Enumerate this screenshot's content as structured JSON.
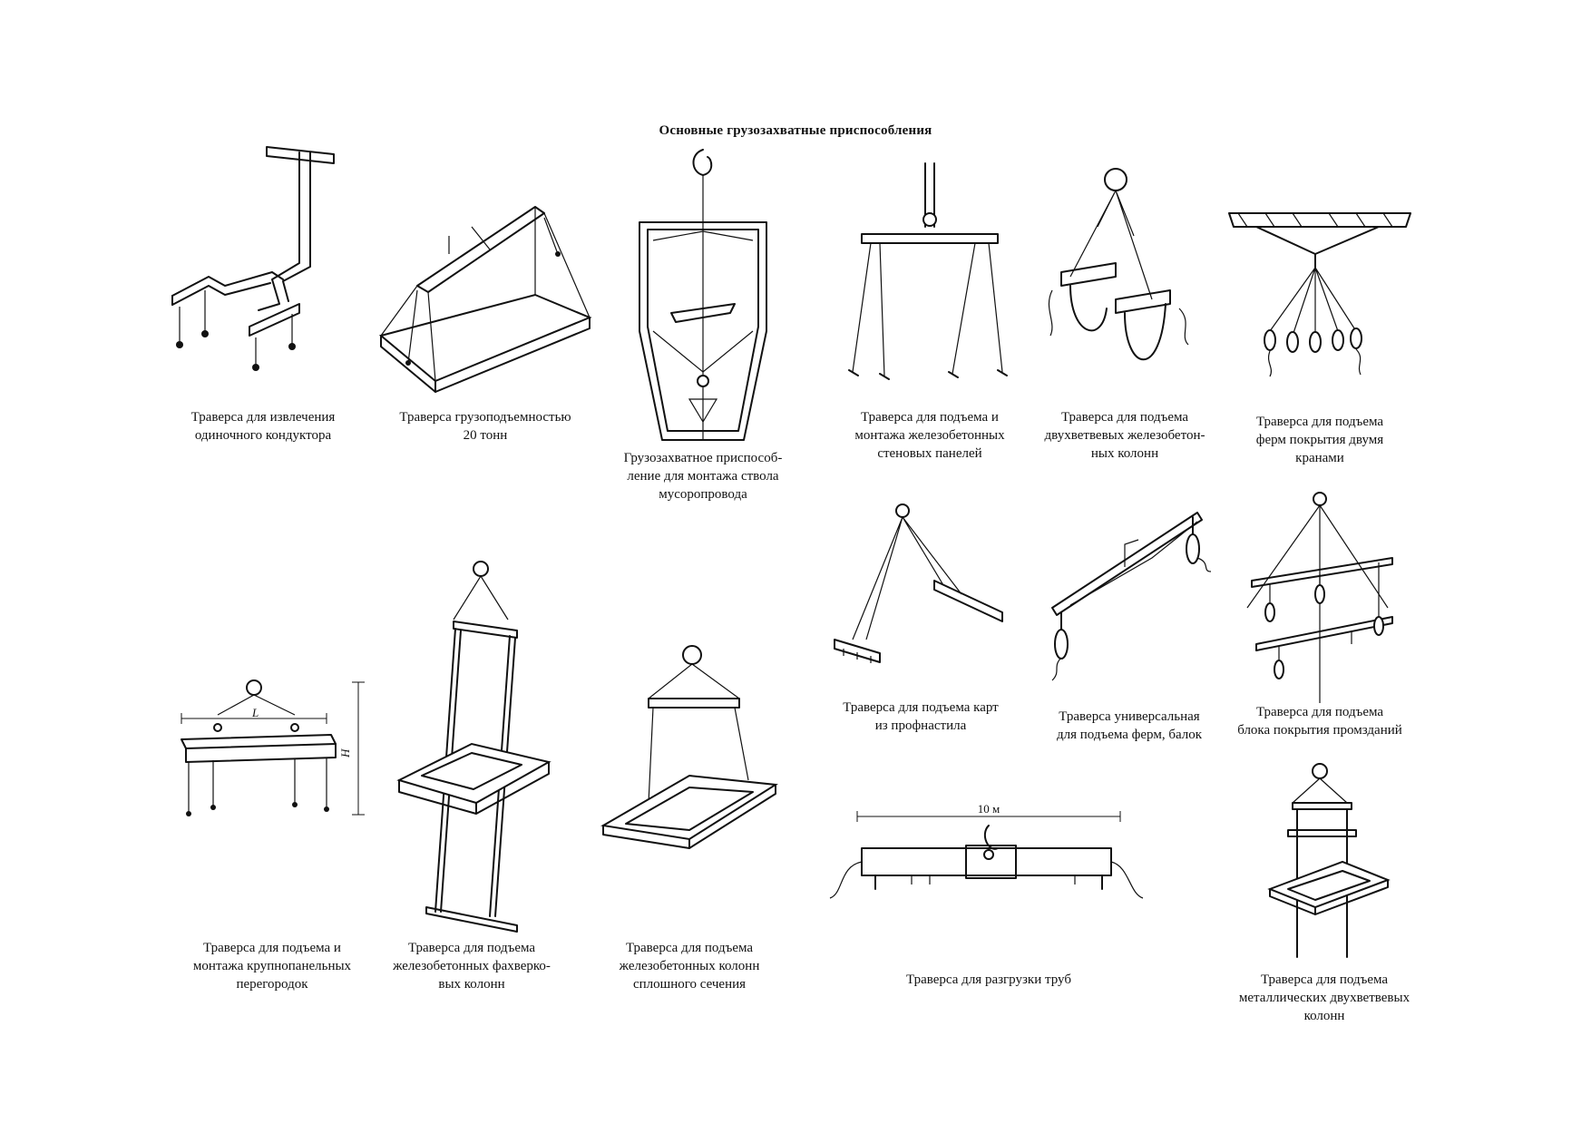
{
  "title": "Основные грузозахватные приспособления",
  "figures": [
    {
      "id": "f1",
      "caption": [
        "Траверса для извлечения",
        "одиночного кондуктора"
      ]
    },
    {
      "id": "f2",
      "caption": [
        "Траверса грузоподъемностью",
        "20 тонн"
      ]
    },
    {
      "id": "f3",
      "caption": [
        "Грузозахватное приспособ-",
        "ление для монтажа ствола",
        "мусоропровода"
      ]
    },
    {
      "id": "f4",
      "caption": [
        "Траверса для подъема и",
        "монтажа железобетонных",
        "стеновых панелей"
      ]
    },
    {
      "id": "f5",
      "caption": [
        "Траверса для подъема",
        "двухветвевых железобетон-",
        "ных колонн"
      ]
    },
    {
      "id": "f6",
      "caption": [
        "Траверса для подъема",
        "ферм покрытия двумя",
        "кранами"
      ]
    },
    {
      "id": "f7",
      "caption": [
        "Траверса для подъема карт",
        "из профнастила"
      ]
    },
    {
      "id": "f8",
      "caption": [
        "Траверса универсальная",
        "для подъема ферм, балок"
      ]
    },
    {
      "id": "f9",
      "caption": [
        "Траверса для подъема",
        "блока покрытия промзданий"
      ]
    },
    {
      "id": "f10",
      "caption": [
        "Траверса для подъема и",
        "монтажа крупнопанельных",
        "перегородок"
      ],
      "dim_labels": {
        "length": "L",
        "height": "H"
      }
    },
    {
      "id": "f11",
      "caption": [
        "Траверса для подъема",
        "железобетонных фахверко-",
        "вых  колонн"
      ]
    },
    {
      "id": "f12",
      "caption": [
        "Траверса для подъема",
        "железобетонных колонн",
        "сплошного сечения"
      ]
    },
    {
      "id": "f13",
      "caption": [
        "Траверса для разгрузки труб"
      ],
      "dim_labels": {
        "length": "10 м"
      }
    },
    {
      "id": "f14",
      "caption": [
        "Траверса для подъема",
        "металлических двухветвевых",
        "колонн"
      ]
    }
  ]
}
